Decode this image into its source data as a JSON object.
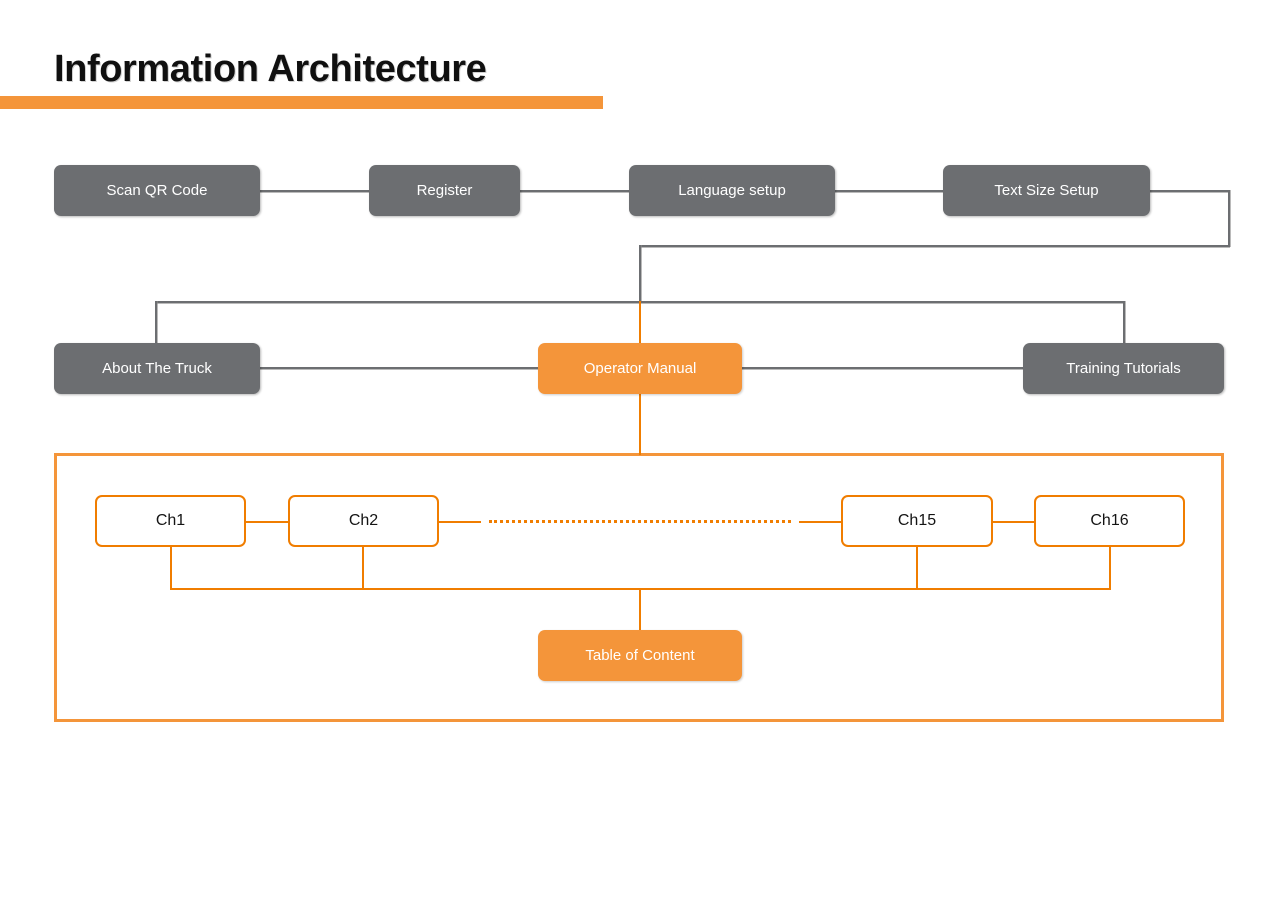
{
  "page": {
    "title": "Information Architecture",
    "accent_color": "#F4953A",
    "accent_border_color": "#F07D00",
    "node_gray_color": "#6C6E71",
    "background_color": "#FFFFFF"
  },
  "diagram_data": {
    "type": "flowchart",
    "title": "Information Architecture",
    "levels": [
      {
        "name": "onboarding-flow",
        "nodes": [
          {
            "id": "scan-qr-code",
            "label": "Scan QR Code",
            "style": "gray"
          },
          {
            "id": "register",
            "label": "Register",
            "style": "gray"
          },
          {
            "id": "language-setup",
            "label": "Language setup",
            "style": "gray"
          },
          {
            "id": "text-size-setup",
            "label": "Text Size Setup",
            "style": "gray"
          }
        ]
      },
      {
        "name": "main-sections",
        "nodes": [
          {
            "id": "about-the-truck",
            "label": "About The Truck",
            "style": "gray"
          },
          {
            "id": "operator-manual",
            "label": "Operator Manual",
            "style": "orange"
          },
          {
            "id": "training-tutorials",
            "label": "Training Tutorials",
            "style": "gray"
          }
        ]
      },
      {
        "name": "manual-chapters",
        "nodes": [
          {
            "id": "ch1",
            "label": "Ch1",
            "style": "chapter"
          },
          {
            "id": "ch2",
            "label": "Ch2",
            "style": "chapter"
          },
          {
            "id": "ch15",
            "label": "Ch15",
            "style": "chapter"
          },
          {
            "id": "ch16",
            "label": "Ch16",
            "style": "chapter"
          }
        ],
        "ellipsis": "dotted-line",
        "child": {
          "id": "table-of-content",
          "label": "Table of Content",
          "style": "orange"
        }
      }
    ],
    "edges": [
      {
        "from": "scan-qr-code",
        "to": "register",
        "style": "solid-gray"
      },
      {
        "from": "register",
        "to": "language-setup",
        "style": "solid-gray"
      },
      {
        "from": "language-setup",
        "to": "text-size-setup",
        "style": "solid-gray"
      },
      {
        "from": "text-size-setup",
        "to": "operator-manual",
        "style": "solid-gray"
      },
      {
        "from": "text-size-setup",
        "to": "about-the-truck",
        "style": "solid-gray"
      },
      {
        "from": "text-size-setup",
        "to": "training-tutorials",
        "style": "solid-gray"
      },
      {
        "from": "about-the-truck",
        "to": "operator-manual",
        "style": "solid-gray"
      },
      {
        "from": "operator-manual",
        "to": "training-tutorials",
        "style": "solid-gray"
      },
      {
        "from": "operator-manual",
        "to": "manual-chapters",
        "style": "solid-orange"
      },
      {
        "from": "ch1",
        "to": "ch2",
        "style": "solid-orange"
      },
      {
        "from": "ch2",
        "to": "ch15",
        "style": "dotted-orange"
      },
      {
        "from": "ch15",
        "to": "ch16",
        "style": "solid-orange"
      },
      {
        "from": "ch1",
        "to": "table-of-content",
        "style": "solid-orange"
      },
      {
        "from": "ch2",
        "to": "table-of-content",
        "style": "solid-orange"
      },
      {
        "from": "ch15",
        "to": "table-of-content",
        "style": "solid-orange"
      },
      {
        "from": "ch16",
        "to": "table-of-content",
        "style": "solid-orange"
      }
    ]
  },
  "nodes": {
    "scan_qr_code": "Scan QR Code",
    "register": "Register",
    "language_setup": "Language setup",
    "text_size_setup": "Text Size Setup",
    "about_the_truck": "About The Truck",
    "operator_manual": "Operator Manual",
    "training_tutorials": "Training Tutorials",
    "ch1": "Ch1",
    "ch2": "Ch2",
    "ch15": "Ch15",
    "ch16": "Ch16",
    "table_of_content": "Table of Content"
  }
}
